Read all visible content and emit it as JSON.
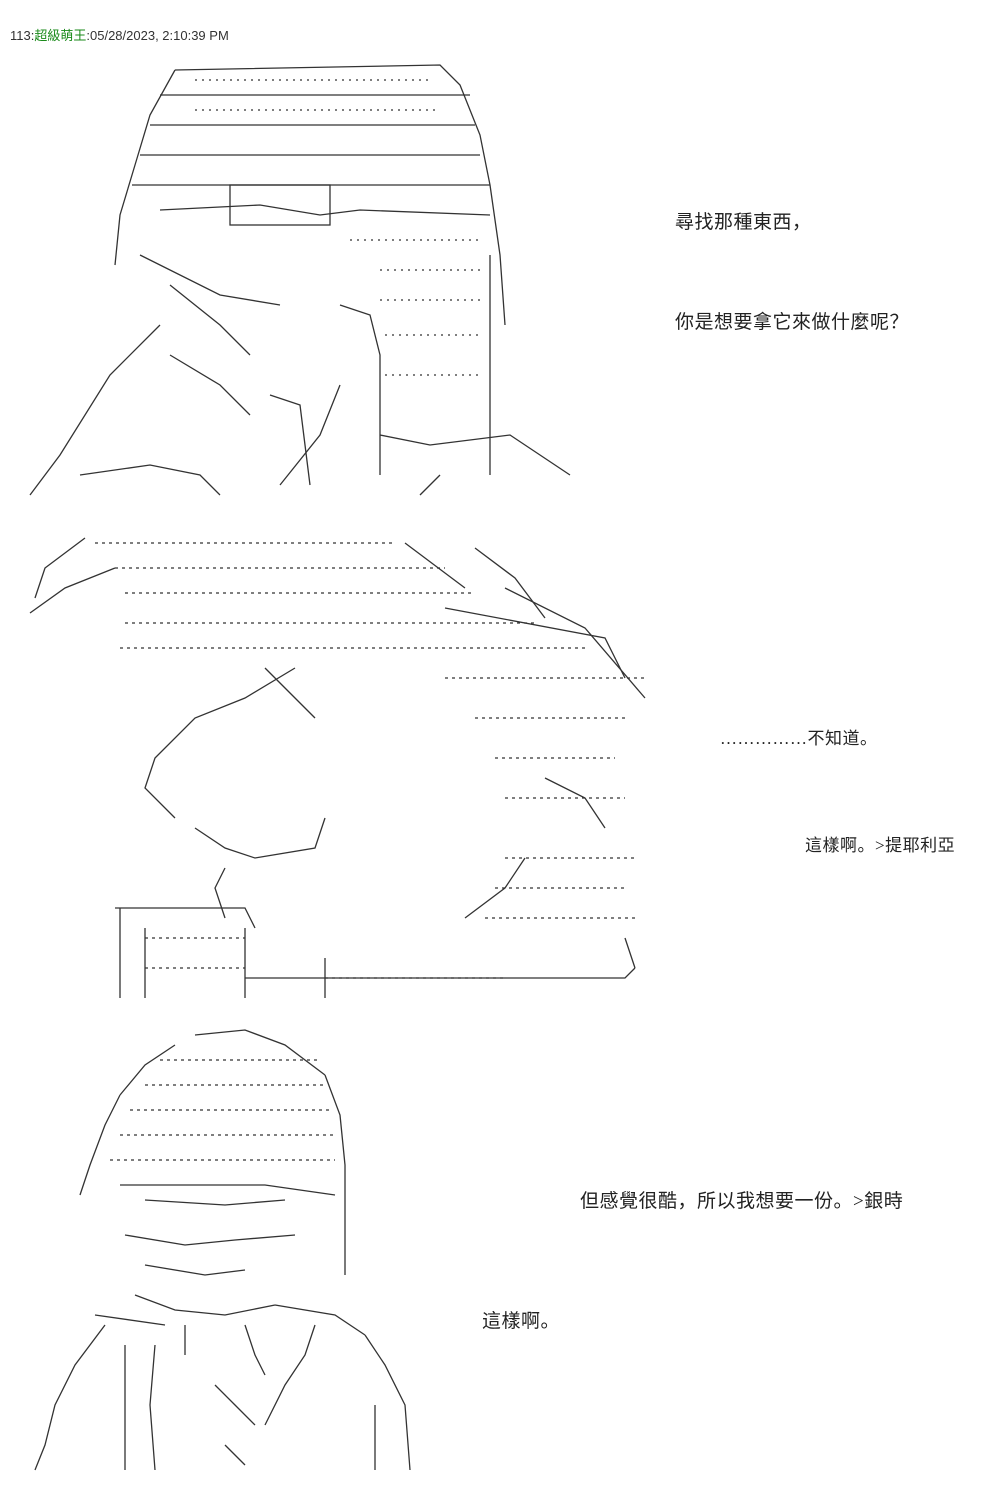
{
  "post": {
    "number": "113",
    "author": "超級萌王",
    "timestamp": "05/28/2023, 2:10:39 PM"
  },
  "panels": [
    {
      "lines": [
        "尋找那種東西，",
        "你是想要拿它來做什麼呢？"
      ]
    },
    {
      "lines": [
        "……………不知道。",
        "這樣啊。>提耶利亞"
      ]
    },
    {
      "lines": [
        "但感覺很酷，所以我想要一份。>銀時",
        "這樣啊。"
      ]
    }
  ]
}
